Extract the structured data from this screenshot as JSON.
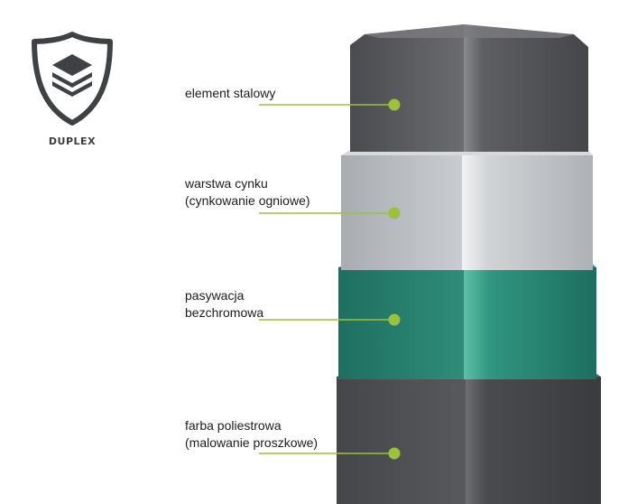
{
  "badge": {
    "icon": "layers-shield-icon",
    "caption": "DUPLEX"
  },
  "layers": [
    {
      "lines": [
        "element stalowy"
      ],
      "color": "#5a5b5e"
    },
    {
      "lines": [
        "warstwa cynku",
        "(cynkowanie ogniowe)"
      ],
      "color": "#bfc3c7"
    },
    {
      "lines": [
        "pasywacja",
        "bezchromowa"
      ],
      "color": "#2f8a78"
    },
    {
      "lines": [
        "farba poliestrowa",
        "(malowanie proszkowe)"
      ],
      "color": "#4d4e52"
    }
  ],
  "accent": "#9bc23a"
}
